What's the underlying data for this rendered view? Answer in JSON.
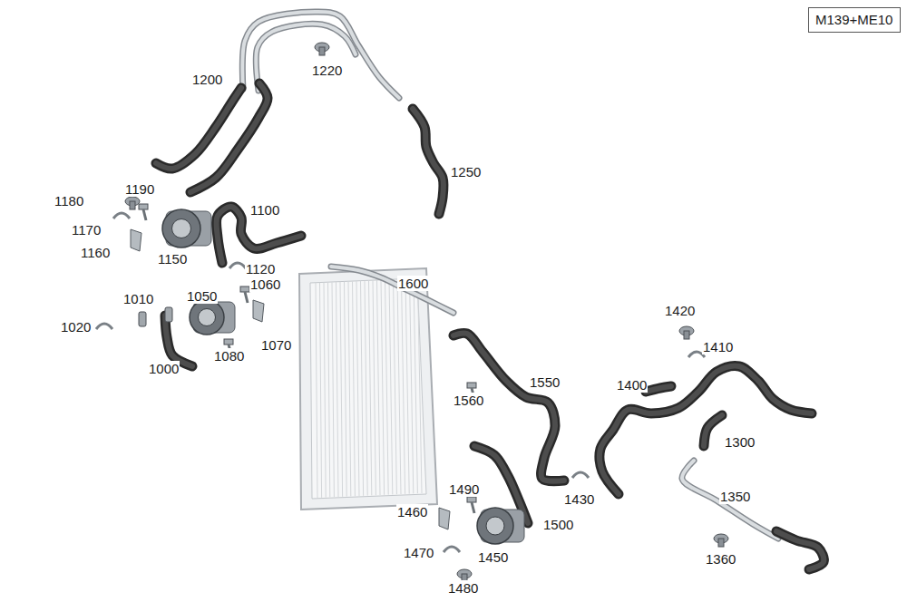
{
  "diagram": {
    "nodes": [
      {
        "text": [
          "M139+ME10"
        ]
      }
    ],
    "labels": [
      "1200",
      "1220",
      "1250",
      "1180",
      "1190",
      "1100",
      "1170",
      "1160",
      "1150",
      "1120",
      "1600",
      "1010",
      "1050",
      "1060",
      "1020",
      "1070",
      "1000",
      "1080",
      "1420",
      "1410",
      "1400",
      "1550",
      "1560",
      "1300",
      "1350",
      "1430",
      "1490",
      "1460",
      "1500",
      "1470",
      "1450",
      "1360",
      "1480"
    ]
  }
}
